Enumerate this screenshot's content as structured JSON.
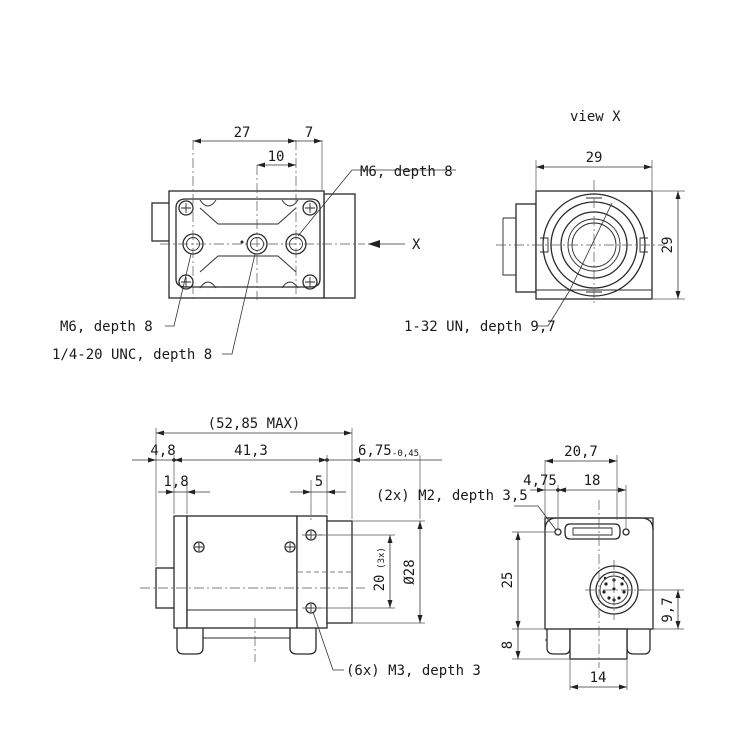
{
  "view_label": "view X",
  "view_arrow_letter": "X",
  "top_view": {
    "dim_27": "27",
    "dim_7": "7",
    "dim_10": "10",
    "callout_m6_top": "M6, depth 8",
    "callout_m6_left": "M6, depth 8",
    "callout_unc": "1/4-20 UNC, depth 8"
  },
  "front_view": {
    "dim_29_width": "29",
    "dim_29_height": "29",
    "callout_lens_thread": "1-32 UN, depth 9,7"
  },
  "side_view": {
    "dim_overall": "(52,85 MAX)",
    "dim_4_8": "4,8",
    "dim_41_3": "41,3",
    "dim_6_75": "6,75",
    "dim_6_75_tol": "-0,45",
    "dim_1_8": "1,8",
    "dim_5": "5",
    "dim_20": "20",
    "dim_20_note": "(3x)",
    "dim_dia28": "Ø28",
    "callout_m3": "(6x) M3, depth 3"
  },
  "rear_view": {
    "dim_20_7": "20,7",
    "dim_4_75": "4,75",
    "dim_18": "18",
    "dim_25": "25",
    "dim_8": "8",
    "dim_9_7": "9,7",
    "dim_14": "14",
    "callout_m2": "(2x) M2, depth 3,5"
  }
}
